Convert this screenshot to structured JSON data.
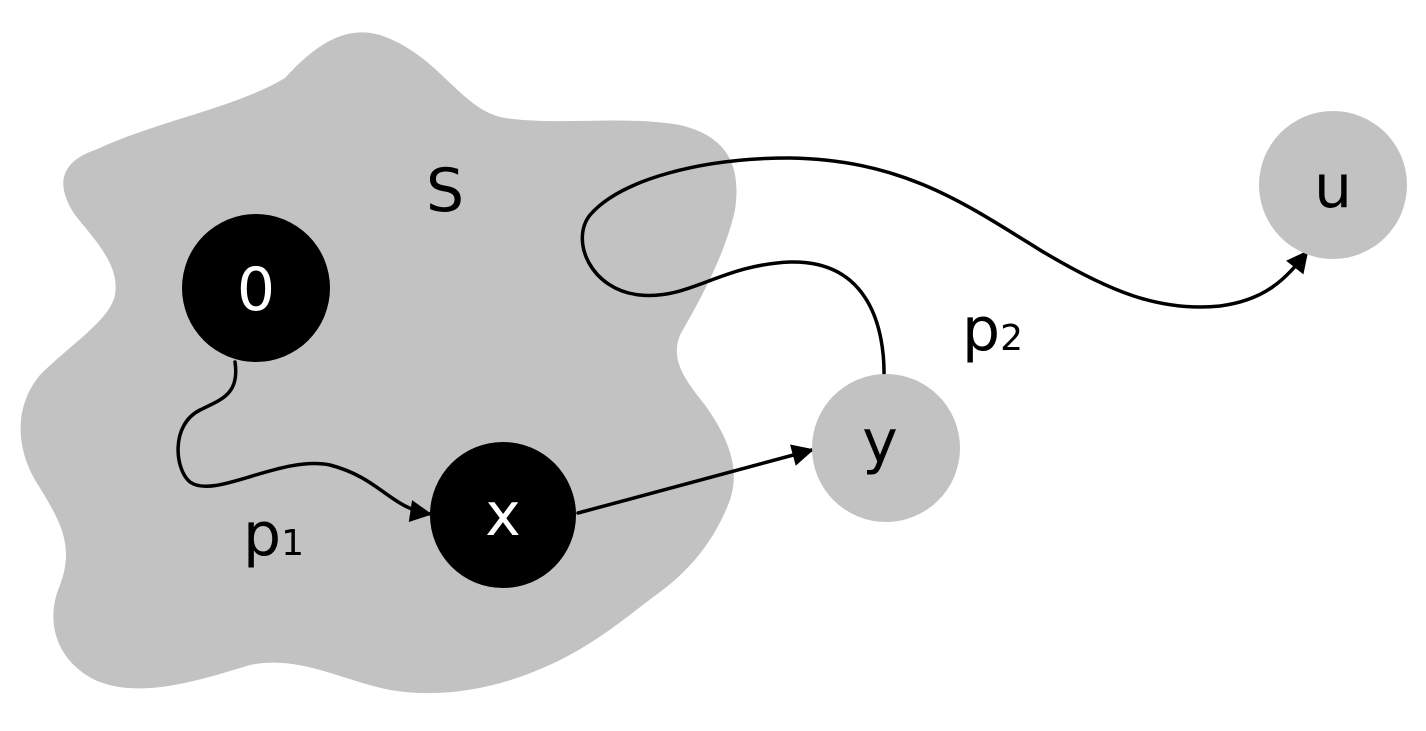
{
  "diagram": {
    "region_label": "S",
    "nodes": {
      "origin": {
        "label": "0",
        "fill": "#000000"
      },
      "x": {
        "label": "x",
        "fill": "#000000"
      },
      "y": {
        "label": "y",
        "fill": "#c2c2c2"
      },
      "u": {
        "label": "u",
        "fill": "#c2c2c2"
      }
    },
    "paths": {
      "p1": {
        "base": "p",
        "sub": "1"
      },
      "p2": {
        "base": "p",
        "sub": "2"
      }
    },
    "colors": {
      "region": "#c2c2c2",
      "inside_node": "#000000",
      "outside_node": "#c2c2c2",
      "line": "#000000"
    }
  }
}
